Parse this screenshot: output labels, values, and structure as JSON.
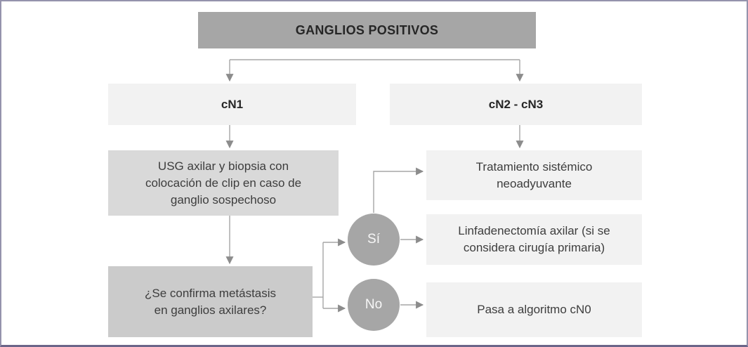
{
  "diagram": {
    "title": "GANGLIOS POSITIVOS",
    "nodes": {
      "cn1": "cN1",
      "cn2": "cN2 - cN3",
      "usg": "USG axilar y biopsia con colocación de clip en caso de ganglio sospechoso",
      "question": "¿Se confirma metástasis en ganglios axilares?",
      "yes": "Sí",
      "no": "No",
      "neoadjuvant": "Tratamiento sistémico neoadyuvante",
      "lymphadenectomy": "Linfadenectomía axilar (si se considera cirugía primaria)",
      "cn0": "Pasa a algoritmo cN0"
    },
    "colors": {
      "header_fill": "#a6a6a6",
      "light_fill": "#f2f2f2",
      "medium_fill": "#d9d9d9",
      "question_fill": "#cbcbcb",
      "circle_fill": "#a6a6a6",
      "circle_text": "#f7f7f7",
      "line": "#a6a6a6",
      "arrowhead": "#8c8c8c",
      "border": "#9593ac",
      "border_bottom": "#6b6589",
      "canvas": "#ffffff",
      "text": "#3d3d3d",
      "title_text": "#262626"
    }
  }
}
